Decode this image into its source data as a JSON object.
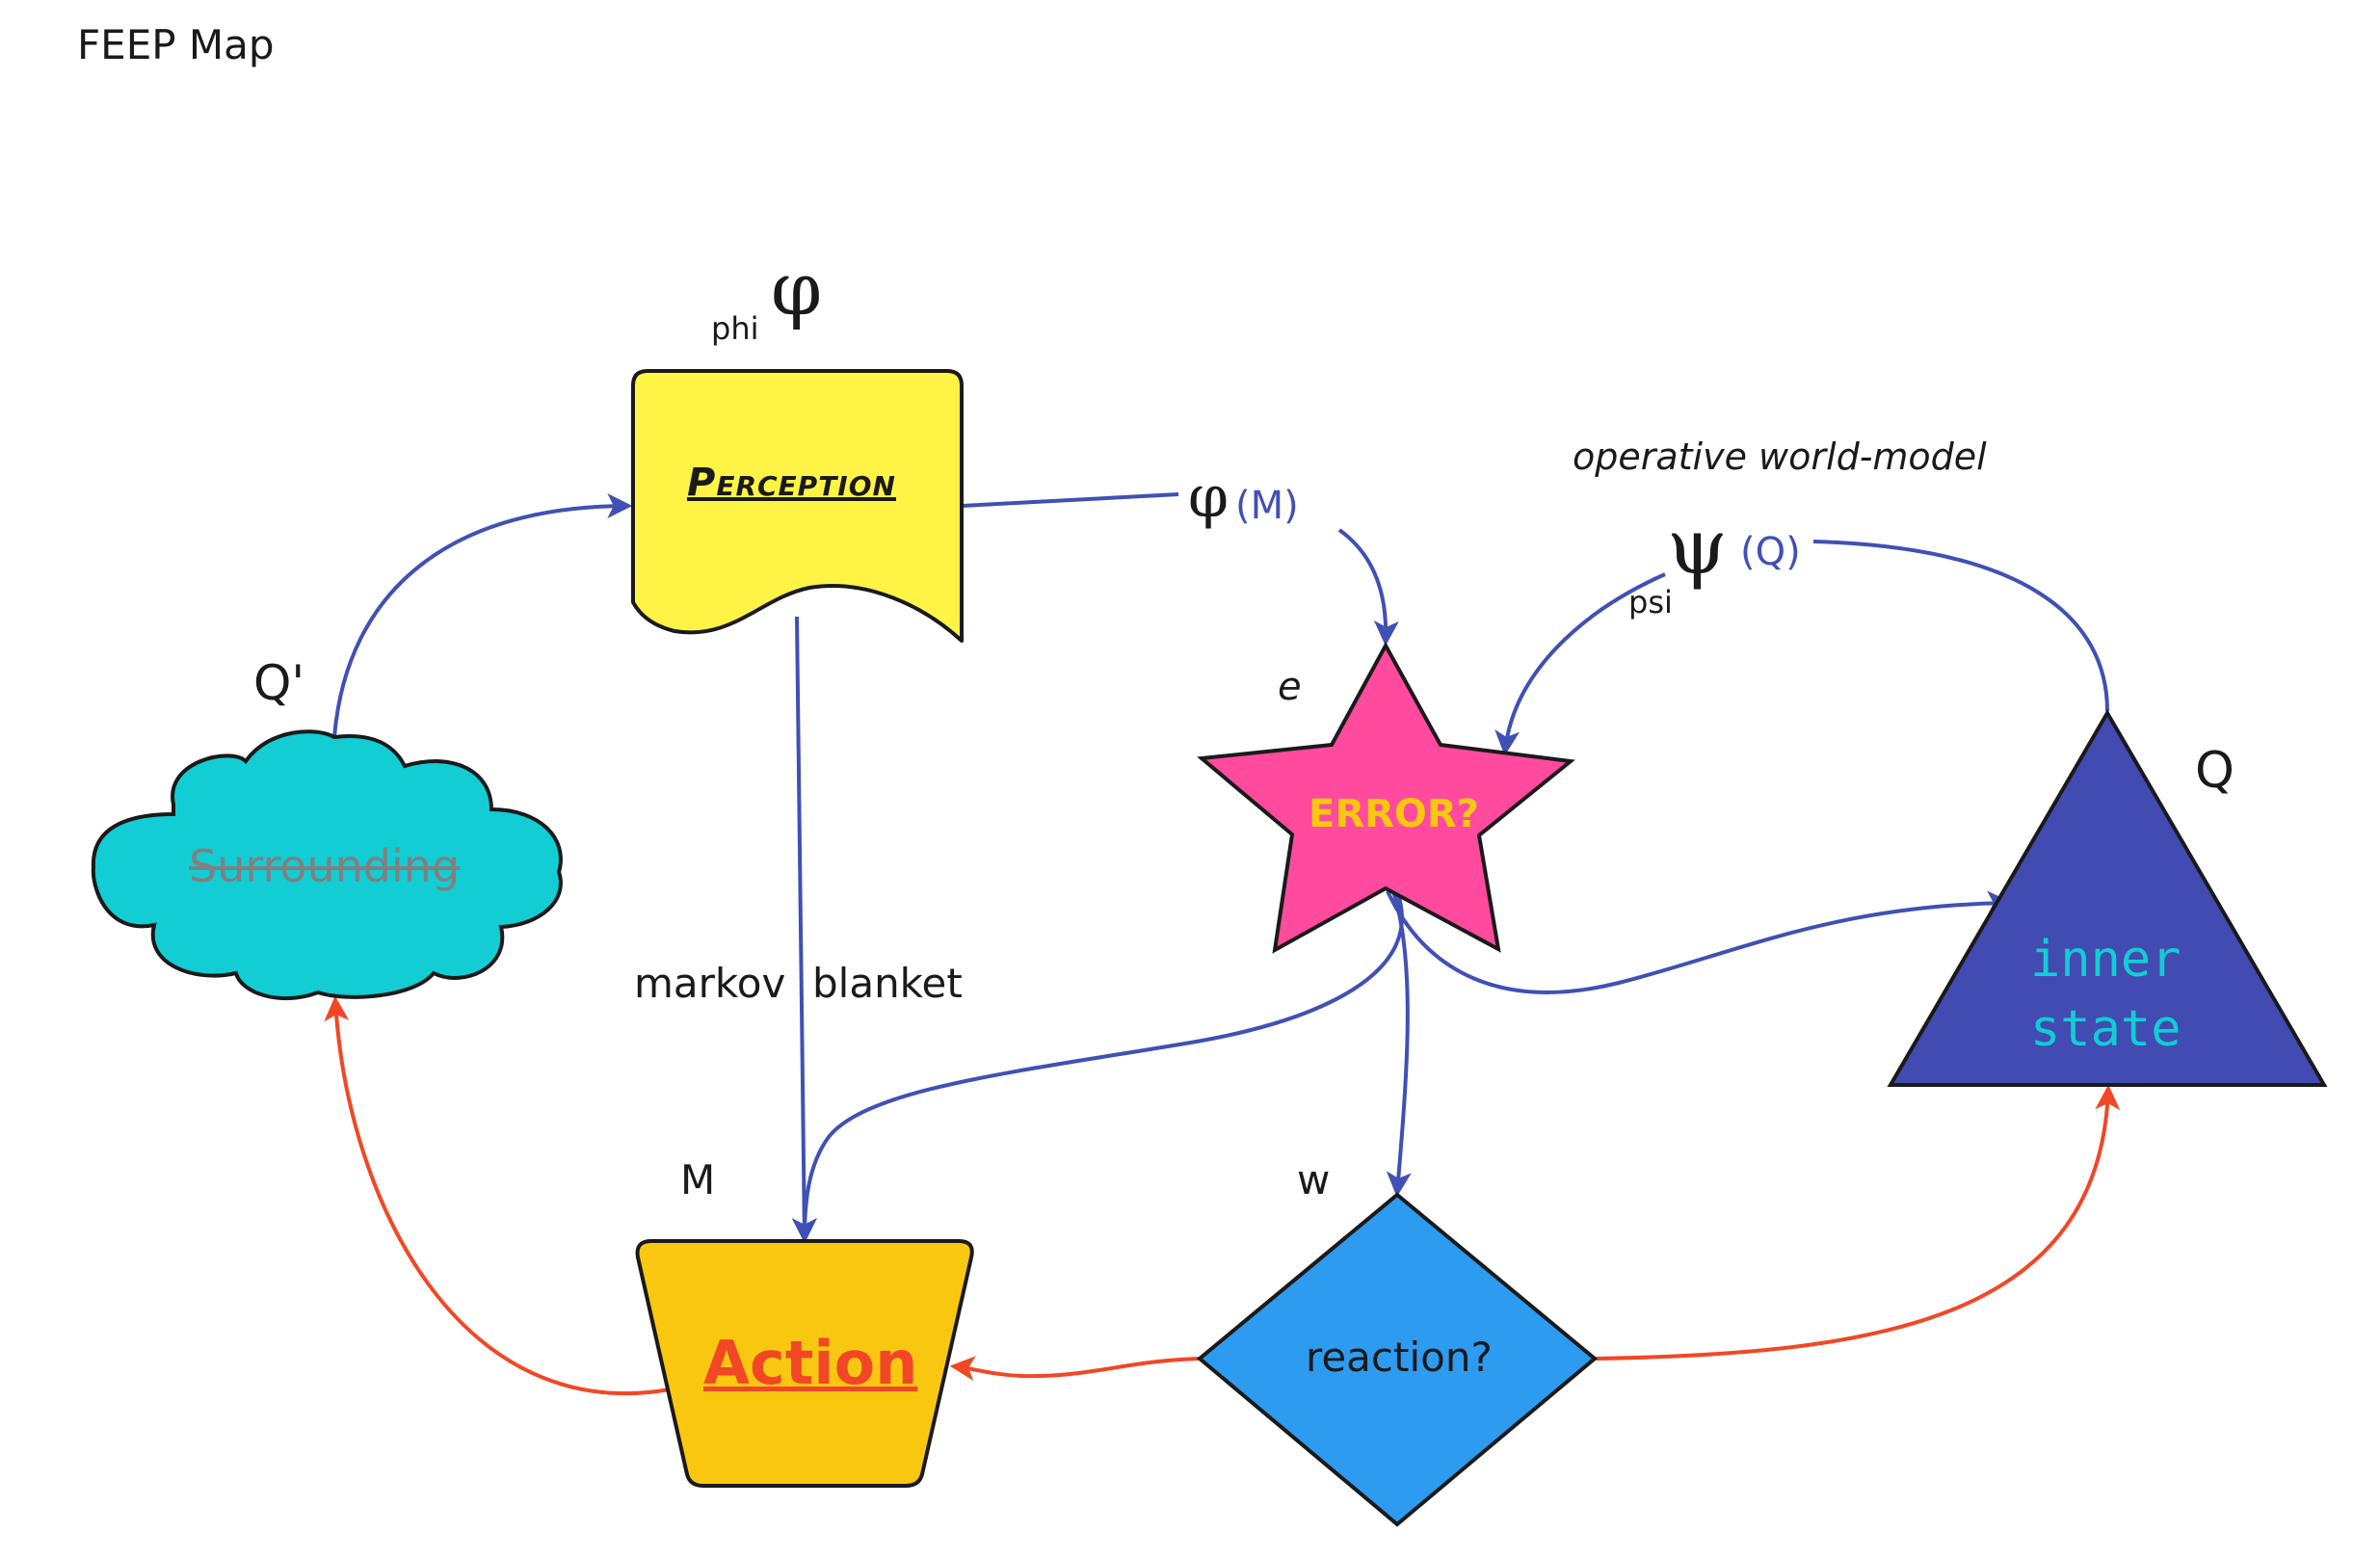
{
  "title": "FEEP Map",
  "colors": {
    "connector_blue": "#4050b5",
    "connector_red": "#f24726",
    "perception_fill": "#fff445",
    "surrounding_fill": "#12cdd4",
    "surrounding_text": "#808080",
    "error_fill": "#ff4a9e",
    "error_text": "#fac710",
    "inner_state_fill": "#414bb2",
    "inner_state_text": "#12cdd4",
    "action_fill": "#fac710",
    "action_text": "#f24726",
    "reaction_fill": "#2d9bf0",
    "outline": "#1a1a1a"
  },
  "nodes": {
    "perception": {
      "label": "Perception",
      "sub_label": "phi",
      "symbol": "φ"
    },
    "surrounding": {
      "label": "Surrounding",
      "corner_label": "Q'"
    },
    "error": {
      "label": "ERROR?",
      "corner_label": "e"
    },
    "inner_state": {
      "line1": "inner",
      "line2": "state",
      "corner_label": "Q"
    },
    "action": {
      "label": "Action",
      "corner_label": "M"
    },
    "reaction": {
      "label": "reaction?",
      "corner_label": "w"
    }
  },
  "annotations": {
    "phi_m_symbol": "φ",
    "phi_m_suffix": "(M)",
    "world_model": "operative world-model",
    "psi_symbol": "ψ",
    "psi_suffix": "(Q)",
    "psi_sub": "psi",
    "markov_left": "markov",
    "markov_right": "blanket"
  },
  "connectors": [
    {
      "from": "surrounding",
      "to": "perception",
      "color": "blue"
    },
    {
      "from": "perception",
      "to": "phi(M)",
      "color": "blue"
    },
    {
      "from": "phi(M)",
      "to": "error",
      "color": "blue"
    },
    {
      "from": "psi(Q)",
      "to": "error",
      "color": "blue"
    },
    {
      "from": "inner_state",
      "to": "psi(Q)",
      "color": "blue"
    },
    {
      "from": "perception",
      "to": "action",
      "color": "blue"
    },
    {
      "from": "error",
      "to": "action",
      "color": "blue"
    },
    {
      "from": "error",
      "to": "reaction",
      "color": "blue"
    },
    {
      "from": "error",
      "to": "inner_state",
      "color": "blue"
    },
    {
      "from": "reaction",
      "to": "action",
      "color": "red"
    },
    {
      "from": "reaction",
      "to": "inner_state",
      "color": "red"
    },
    {
      "from": "action",
      "to": "surrounding",
      "color": "red"
    }
  ]
}
